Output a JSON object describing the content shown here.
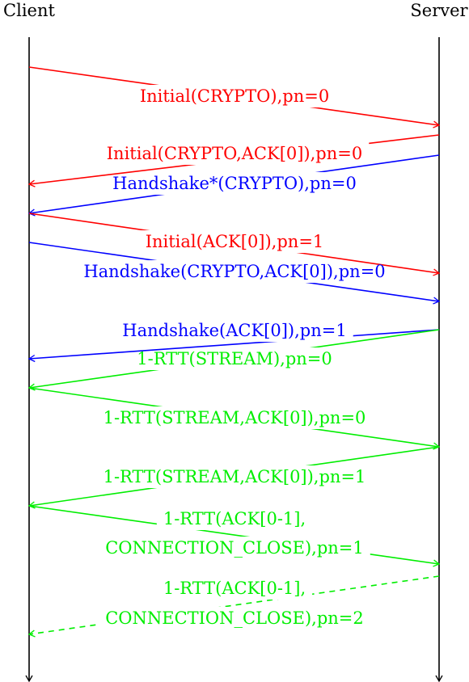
{
  "endpoints": {
    "client": "Client",
    "server": "Server"
  },
  "colors": {
    "initial": "#ff0000",
    "handshake": "#0000ff",
    "one_rtt": "#00ee00",
    "timeline": "#000000",
    "background": "#ffffff"
  },
  "messages": [
    {
      "id": "initial-crypto-pn0",
      "from": "client",
      "to": "server",
      "color_key": "initial",
      "dashed": false,
      "lines": [
        "Initial(CRYPTO),pn=0"
      ]
    },
    {
      "id": "initial-crypto-ack0-pn0",
      "from": "server",
      "to": "client",
      "color_key": "initial",
      "dashed": false,
      "lines": [
        "Initial(CRYPTO,ACK[0]),pn=0"
      ]
    },
    {
      "id": "handshake-star-crypto-pn0",
      "from": "server",
      "to": "client",
      "color_key": "handshake",
      "dashed": false,
      "lines": [
        "Handshake*(CRYPTO),pn=0"
      ]
    },
    {
      "id": "initial-ack0-pn1",
      "from": "client",
      "to": "server",
      "color_key": "initial",
      "dashed": false,
      "lines": [
        "Initial(ACK[0]),pn=1"
      ]
    },
    {
      "id": "handshake-crypto-ack0-pn0",
      "from": "client",
      "to": "server",
      "color_key": "handshake",
      "dashed": false,
      "lines": [
        "Handshake(CRYPTO,ACK[0]),pn=0"
      ]
    },
    {
      "id": "handshake-ack0-pn1",
      "from": "server",
      "to": "client",
      "color_key": "handshake",
      "dashed": false,
      "lines": [
        "Handshake(ACK[0]),pn=1"
      ]
    },
    {
      "id": "1rtt-stream-pn0",
      "from": "server",
      "to": "client",
      "color_key": "one_rtt",
      "dashed": false,
      "lines": [
        "1-RTT(STREAM),pn=0"
      ]
    },
    {
      "id": "1rtt-stream-ack0-pn0",
      "from": "client",
      "to": "server",
      "color_key": "one_rtt",
      "dashed": false,
      "lines": [
        "1-RTT(STREAM,ACK[0]),pn=0"
      ]
    },
    {
      "id": "1rtt-stream-ack0-pn1",
      "from": "server",
      "to": "client",
      "color_key": "one_rtt",
      "dashed": false,
      "lines": [
        "1-RTT(STREAM,ACK[0]),pn=1"
      ]
    },
    {
      "id": "1rtt-ack01-close-pn1",
      "from": "client",
      "to": "server",
      "color_key": "one_rtt",
      "dashed": false,
      "lines": [
        "1-RTT(ACK[0-1],",
        "CONNECTION_CLOSE),pn=1"
      ]
    },
    {
      "id": "1rtt-ack01-close-pn2",
      "from": "server",
      "to": "client",
      "color_key": "one_rtt",
      "dashed": true,
      "lines": [
        "1-RTT(ACK[0-1],",
        "CONNECTION_CLOSE),pn=2"
      ]
    }
  ]
}
